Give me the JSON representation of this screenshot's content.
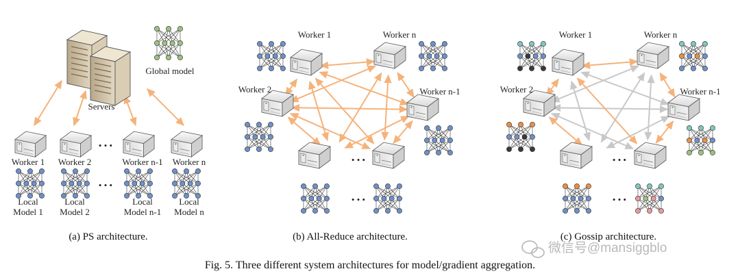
{
  "panel_a": {
    "servers_label": "Servers",
    "global_model_label": "Global model",
    "workers": [
      "Worker 1",
      "Worker 2",
      "Worker n-1",
      "Worker n"
    ],
    "local_models": [
      [
        "Local",
        "Model 1"
      ],
      [
        "Local",
        "Model 2"
      ],
      [
        "Local",
        "Model n-1"
      ],
      [
        "Local",
        "Model n"
      ]
    ],
    "ellipsis": "• • •",
    "subcaption": "(a) PS architecture."
  },
  "panel_b": {
    "workers": [
      "Worker 1",
      "Worker n",
      "Worker 2",
      "Worker n-1"
    ],
    "ellipsis": "• • •",
    "subcaption": "(b) All-Reduce architecture."
  },
  "panel_c": {
    "workers": [
      "Worker 1",
      "Worker n",
      "Worker 2",
      "Worker n-1"
    ],
    "ellipsis": "• • •",
    "subcaption": "(c) Gossip architecture."
  },
  "caption": "Fig. 5.  Three different system architectures for model/gradient aggregation.",
  "watermark": "微信号@mansiggblo",
  "colors": {
    "orange_arrow": "#f5b27a",
    "gray_arrow": "#c8c8c8",
    "node_blue": "#6f90c8",
    "node_dark": "#3a3a3a",
    "node_orange": "#e8904a",
    "node_teal": "#7fc7bf",
    "node_green": "#9fc080",
    "node_pink": "#e79aa0"
  }
}
